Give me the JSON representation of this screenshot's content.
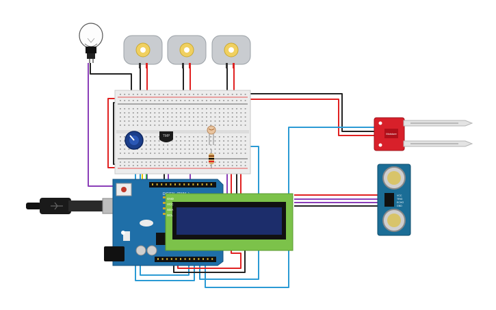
{
  "circuit": {
    "components": [
      {
        "id": "bulb",
        "icon": "light-bulb-icon"
      },
      {
        "id": "motor-1",
        "icon": "dc-motor-icon"
      },
      {
        "id": "motor-2",
        "icon": "dc-motor-icon"
      },
      {
        "id": "motor-3",
        "icon": "dc-motor-icon"
      },
      {
        "id": "breadboard",
        "icon": "breadboard-icon"
      },
      {
        "id": "potentiometer",
        "icon": "potentiometer-icon"
      },
      {
        "id": "temp-sensor",
        "icon": "temperature-sensor-icon"
      },
      {
        "id": "photoresistor",
        "icon": "photoresistor-icon"
      },
      {
        "id": "resistor",
        "icon": "resistor-icon"
      },
      {
        "id": "arduino",
        "icon": "arduino-board-icon"
      },
      {
        "id": "usb-cable",
        "icon": "usb-plug-icon"
      },
      {
        "id": "lcd",
        "icon": "lcd-display-icon"
      },
      {
        "id": "soil-sensor",
        "icon": "soil-moisture-sensor-icon"
      },
      {
        "id": "ultrasonic",
        "icon": "ultrasonic-sensor-icon"
      }
    ],
    "labels": {
      "temp_sensor": "TMP",
      "arduino_digital": "DIGITAL (PWM~)",
      "lcd_pins": [
        "GND",
        "VCC",
        "SDA",
        "SCL"
      ],
      "ultrasonic_pins": [
        "VCC",
        "TRIG",
        "ECHO",
        "GND"
      ],
      "soil_label": "Moisture"
    },
    "colors": {
      "red_wire": "#e02020",
      "black_wire": "#222222",
      "purple_wire": "#8a3db8",
      "blue_wire": "#2a9ad4",
      "arduino_blue": "#1f6fa8",
      "lcd_green": "#7cc24a",
      "lcd_screen": "#1c2d6b",
      "sensor_red": "#d8202a",
      "ultrasonic_blue": "#1b6d96"
    }
  }
}
